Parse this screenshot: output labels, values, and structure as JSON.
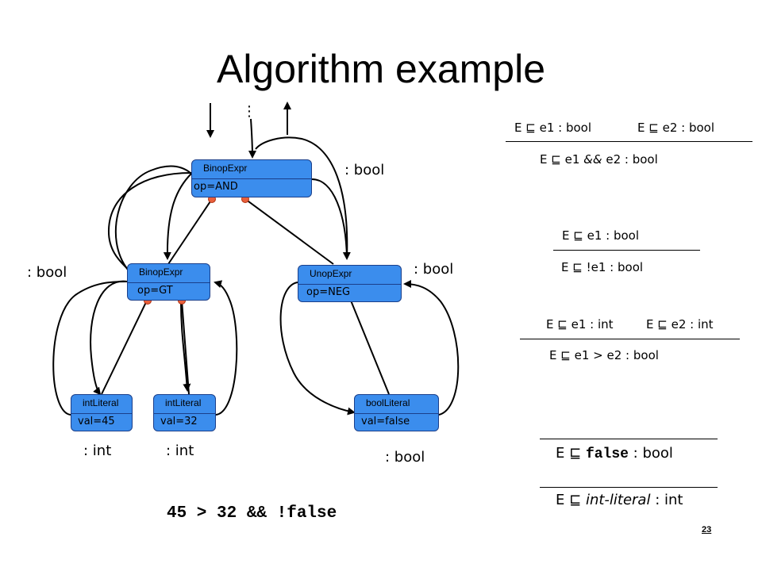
{
  "title": "Algorithm example",
  "ellipsis": "⋮",
  "expression": "45 > 32 && !false",
  "page_number": "23",
  "turnstile": "⊑",
  "nodes": {
    "root": {
      "kind": "BinopExpr",
      "attr": "op=AND"
    },
    "gt": {
      "kind": "BinopExpr",
      "attr": "op=GT"
    },
    "neg": {
      "kind": "UnopExpr",
      "attr": "op=NEG"
    },
    "int45": {
      "kind": "intLiteral",
      "attr": "val=45"
    },
    "int32": {
      "kind": "intLiteral",
      "attr": "val=32"
    },
    "boollit": {
      "kind": "boolLiteral",
      "attr": "val=false"
    }
  },
  "type_labels": {
    "root": ": bool",
    "gt": ": bool",
    "neg": ": bool",
    "int45": ": int",
    "int32": ": int",
    "boollit": ": bool"
  },
  "rules": {
    "and": {
      "prem1": "e1 : bool",
      "prem2": "e2 : bool",
      "concl_a": "e1 ",
      "concl_op": "&&",
      "concl_b": " e2 : bool"
    },
    "not": {
      "prem1": "e1 : bool",
      "concl": "!e1 : bool"
    },
    "gt": {
      "prem1": "e1 : int",
      "prem2": "e2 : int",
      "concl_a": "e1 ",
      "concl_op": ">",
      "concl_b": " e2 : bool"
    },
    "false": {
      "code": "false",
      "type": " : bool"
    },
    "intlit": {
      "term": "int-literal",
      "type": " : int"
    }
  },
  "env": "E"
}
